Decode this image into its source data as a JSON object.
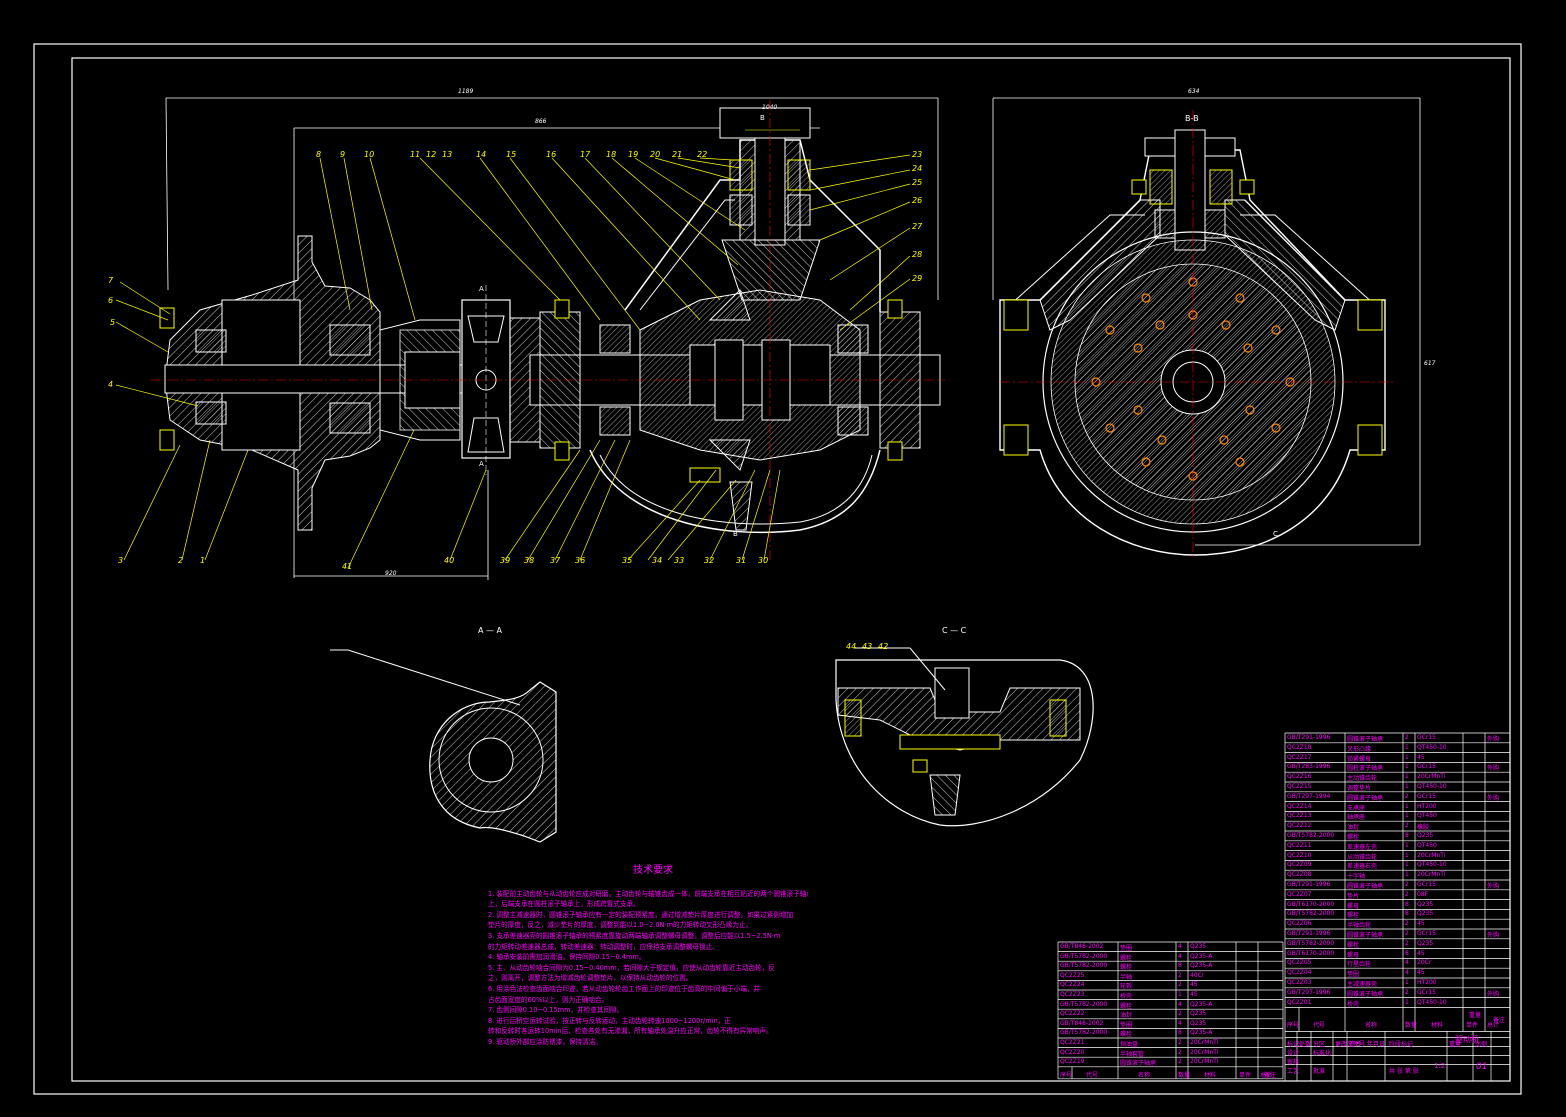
{
  "drawing": {
    "title": "驱动桥",
    "drawing_no": "01",
    "scale": "1:2",
    "sections": {
      "aa": "A — A",
      "cc": "C — C",
      "bb": "B-B"
    },
    "view_markers": [
      "A",
      "A",
      "B",
      "B",
      "C"
    ],
    "dimensions": [
      "1189",
      "866",
      "920",
      "634",
      "1040",
      "617"
    ]
  },
  "part_callouts": {
    "left_view": [
      "1",
      "2",
      "3",
      "4",
      "5",
      "6",
      "7",
      "8",
      "9",
      "10",
      "11",
      "12",
      "13",
      "14",
      "15",
      "16",
      "17",
      "18",
      "19",
      "20",
      "21",
      "22",
      "23",
      "24",
      "25",
      "26",
      "27",
      "28",
      "29",
      "30",
      "31",
      "32",
      "33",
      "34",
      "35",
      "36",
      "37",
      "38",
      "39",
      "40",
      "41"
    ],
    "cc_view": [
      "44",
      "43",
      "42"
    ]
  },
  "technical_requirements": {
    "title": "技术要求",
    "items": [
      "1. 装配前主动齿轮与从动齿轮应成对研磨，主动齿轮与轴锥齿成一体，前端支承在相互贴近的两个圆锥滚子轴承",
      "   上，后端支承在圆柱滚子轴承上，形成跨置式支承。",
      "2. 调整主减速器时，圆锥滚子轴承应有一定的装配预紧度，通过增减垫片厚度进行调整，如果过紧则增加",
      "   垫片的厚度，反之，减少垫片的厚度，调整到能以1.0~2.0N·m的力矩转动叉形凸缘为止。",
      "3. 支承差速器壳的圆锥滚子轴承的预紧度靠旋动两端轴承调整螺母调整，调整后应能以1.5~2.5N·m",
      "   的力矩转动差速器总成，转动差速器：转动调整时，应保持支承调整螺母锁止。",
      "4. 轴承安装前需加润滑油，保持间隙0.15~0.4mm。",
      "5. 主、从动齿轮啮合间隙为0.15~0.40mm，若间隙大于规定值，应使从动齿轮靠近主动齿轮，反",
      "   之，则离开，调整方法为增减齿轮调整垫片，以保持从动齿轮的位置。",
      "6. 用涂色法检查齿面啮合印迹，若从动齿轮轮齿工作面上的印迹位于齿高的中间偏于小端，并",
      "   占齿面宽度的60%以上，则为正确啮合。",
      "7. 齿侧间隙0.10~0.15mm，并检查其间隙。",
      "8. 进行后桥空运转试验，按正转与反转运动，主动齿轮转速1000~1200r/min，正",
      "   转和反转时各运转10min后，检查各处有无渗漏，所有轴承处温升应正常，齿轮不得有异常响声。",
      "9. 驱动桥外部应涂防锈漆，保持清洁。"
    ]
  },
  "bom_right": {
    "rows": [
      [
        "GB/T291-1996",
        "圆锥滚子轴承",
        "2",
        "GCr15",
        "外购"
      ],
      [
        "QC2Z18",
        "叉形凸缘",
        "1",
        "QT450-10",
        ""
      ],
      [
        "QC2Z17",
        "锁紧螺母",
        "1",
        "45",
        ""
      ],
      [
        "GB/T283-1996",
        "圆柱滚子轴承",
        "1",
        "GCr15",
        "外购"
      ],
      [
        "QC2Z16",
        "主动锥齿轮",
        "1",
        "20CrMnTi",
        ""
      ],
      [
        "QC2Z15",
        "调整垫片",
        "1",
        "QT450-10",
        ""
      ],
      [
        "GB/T297-1994",
        "圆锥滚子轴承",
        "2",
        "GCr15",
        "外购"
      ],
      [
        "QC2Z14",
        "支承座",
        "1",
        "HT200",
        ""
      ],
      [
        "QC2Z13",
        "轴承座",
        "1",
        "QT450",
        ""
      ],
      [
        "QC2Z12",
        "油封",
        "2",
        "橡胶",
        ""
      ],
      [
        "GB/T5782-2000",
        "螺栓",
        "8",
        "Q235",
        ""
      ],
      [
        "QC2Z11",
        "差速器左壳",
        "1",
        "QT450",
        ""
      ],
      [
        "QC2Z10",
        "从动锥齿轮",
        "1",
        "20CrMnTi",
        ""
      ],
      [
        "QC2Z09",
        "差速器右壳",
        "1",
        "QT450-10",
        ""
      ],
      [
        "QC2Z08",
        "十字轴",
        "1",
        "20CrMnTi",
        ""
      ],
      [
        "GB/T291-1996",
        "圆锥滚子轴承",
        "2",
        "GCr15",
        "外购"
      ],
      [
        "QC2Z07",
        "垫片",
        "2",
        "08F",
        ""
      ],
      [
        "GB/T6170-2000",
        "螺母",
        "8",
        "Q235",
        ""
      ],
      [
        "GB/T5782-2000",
        "螺栓",
        "8",
        "Q235",
        ""
      ],
      [
        "QC2Z06",
        "半轴齿轮",
        "2",
        "45",
        ""
      ],
      [
        "GB/T291-1996",
        "圆锥滚子轴承",
        "2",
        "GCr15",
        "外购"
      ],
      [
        "GB/T5782-2000",
        "螺栓",
        "2",
        "Q235",
        ""
      ],
      [
        "GB/T6170-2000",
        "螺母",
        "8",
        "45",
        ""
      ],
      [
        "QC2Z05",
        "行星齿轮",
        "4",
        "20Cr",
        ""
      ],
      [
        "QC2Z04",
        "垫圈",
        "4",
        "45",
        ""
      ],
      [
        "QC2Z03",
        "主减速器壳",
        "1",
        "HT200",
        ""
      ],
      [
        "GB/T297-1996",
        "圆锥滚子轴承",
        "2",
        "GCr15",
        "外购"
      ],
      [
        "QC2Z01",
        "桥壳",
        "1",
        "QT450-10",
        ""
      ]
    ],
    "header": [
      "序号",
      "代号",
      "名称",
      "数量",
      "材料",
      "单件",
      "总计",
      "备注"
    ],
    "weight_header": "重量"
  },
  "bom_left": {
    "rows": [
      [
        "GB/T848-2002",
        "垫圈",
        "4",
        "Q235",
        ""
      ],
      [
        "GB/T5782-2000",
        "螺栓",
        "4",
        "Q235-A",
        ""
      ],
      [
        "GB/T5782-2000",
        "螺栓",
        "8",
        "Q235-A",
        ""
      ],
      [
        "QC2Z25",
        "半轴",
        "2",
        "40Cr",
        ""
      ],
      [
        "QC2Z24",
        "轮毂",
        "2",
        "45",
        ""
      ],
      [
        "QC2Z23",
        "桥壳",
        "1",
        "45",
        ""
      ],
      [
        "GB/T5782-2000",
        "螺栓",
        "4",
        "Q235-A",
        ""
      ],
      [
        "QC2Z22",
        "油封",
        "2",
        "Q235",
        ""
      ],
      [
        "GB/T848-2002",
        "垫圈",
        "4",
        "Q235",
        ""
      ],
      [
        "GB/T5782-2000",
        "螺栓",
        "8",
        "Q235-A",
        ""
      ],
      [
        "QC2Z21",
        "挡油盘",
        "2",
        "20CrMnTi",
        ""
      ],
      [
        "QC2Z20",
        "半轴套管",
        "2",
        "20CrMnTi",
        ""
      ],
      [
        "QC2Z19",
        "圆锥滚子轴承",
        "2",
        "20CrMnTi",
        ""
      ]
    ],
    "header": [
      "序号",
      "代号",
      "名称",
      "数量",
      "材料",
      "单件",
      "总计",
      "备注"
    ]
  },
  "title_block": {
    "labels": [
      "标记",
      "处数",
      "分区",
      "更改文件号",
      "签名",
      "年月日",
      "设计",
      "标准化",
      "阶段标记",
      "重量",
      "比例",
      "审核",
      "工艺",
      "批准",
      "共 张 第 张"
    ]
  }
}
